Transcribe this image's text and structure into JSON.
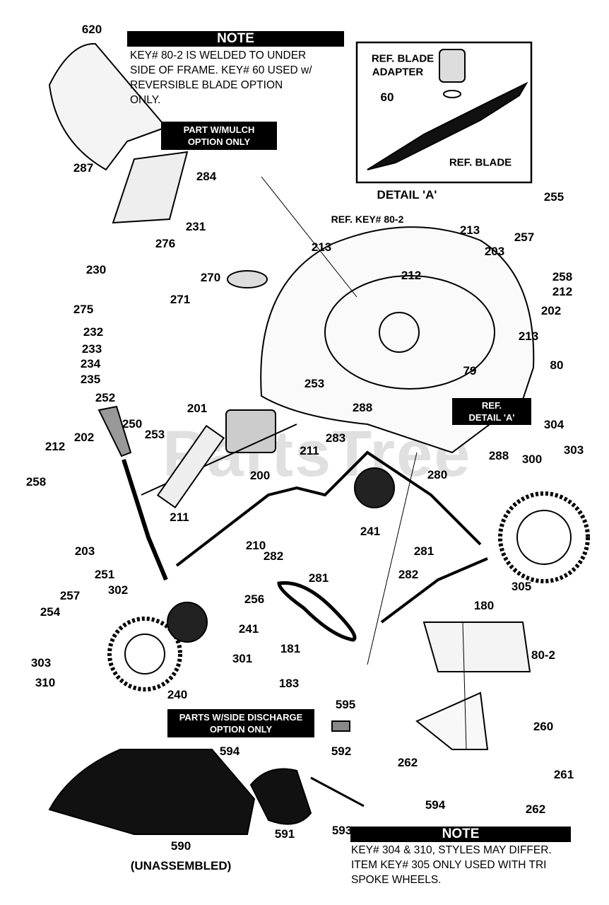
{
  "notes": {
    "top": {
      "heading": "NOTE",
      "lines": [
        "KEY# 80-2 IS WELDED TO UNDER",
        "SIDE OF FRAME. KEY# 60 USED w/",
        "REVERSIBLE BLADE OPTION",
        "ONLY."
      ]
    },
    "bottom": {
      "heading": "NOTE",
      "lines": [
        "KEY# 304 & 310, STYLES MAY DIFFER.",
        "ITEM KEY# 305 ONLY USED WITH TRI",
        "SPOKE WHEELS."
      ]
    }
  },
  "callouts": {
    "mulch": [
      "PART W/MULCH",
      "OPTION ONLY"
    ],
    "side_discharge": [
      "PARTS W/SIDE DISCHARGE",
      "OPTION ONLY"
    ],
    "ref_detail": [
      "REF.",
      "DETAIL 'A'"
    ]
  },
  "detail_a": {
    "title": "DETAIL 'A'",
    "adapter": [
      "REF. BLADE",
      "ADAPTER"
    ],
    "key60": "60",
    "blade": "REF. BLADE"
  },
  "ref_key": "REF. KEY# 80-2",
  "watermark": "PartsTree",
  "labels": [
    "620",
    "287",
    "284",
    "231",
    "276",
    "230",
    "270",
    "271",
    "275",
    "232",
    "233",
    "234",
    "235",
    "213",
    "213",
    "203",
    "257",
    "255",
    "212",
    "258",
    "212",
    "202",
    "213",
    "79",
    "80",
    "253",
    "252",
    "201",
    "250",
    "253",
    "202",
    "212",
    "288",
    "211",
    "283",
    "200",
    "211",
    "258",
    "280",
    "304",
    "303",
    "300",
    "288",
    "210",
    "282",
    "281",
    "241",
    "203",
    "251",
    "254",
    "257",
    "281",
    "282",
    "305",
    "302",
    "256",
    "180",
    "241",
    "181",
    "80-2",
    "303",
    "301",
    "310",
    "240",
    "183",
    "595",
    "260",
    "594",
    "592",
    "262",
    "261",
    "594",
    "593",
    "591",
    "262",
    "590",
    "(UNASSEMBLED)"
  ]
}
